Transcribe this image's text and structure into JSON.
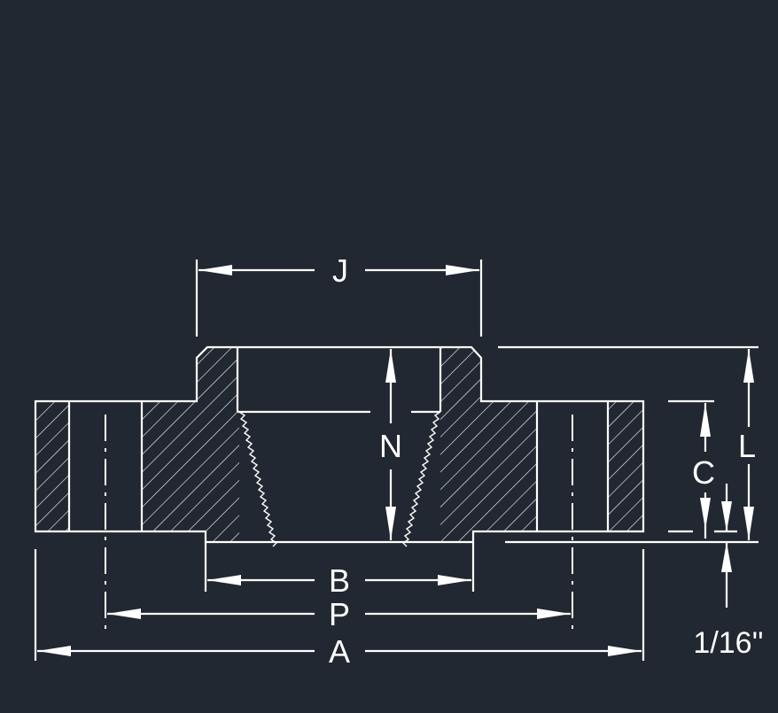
{
  "diagram": {
    "labels": {
      "J": "J",
      "N": "N",
      "L": "L",
      "C": "C",
      "B": "B",
      "P": "P",
      "A": "A",
      "raised_face": "1/16''"
    },
    "colors": {
      "background": "#222831",
      "line": "#ffffff"
    }
  }
}
